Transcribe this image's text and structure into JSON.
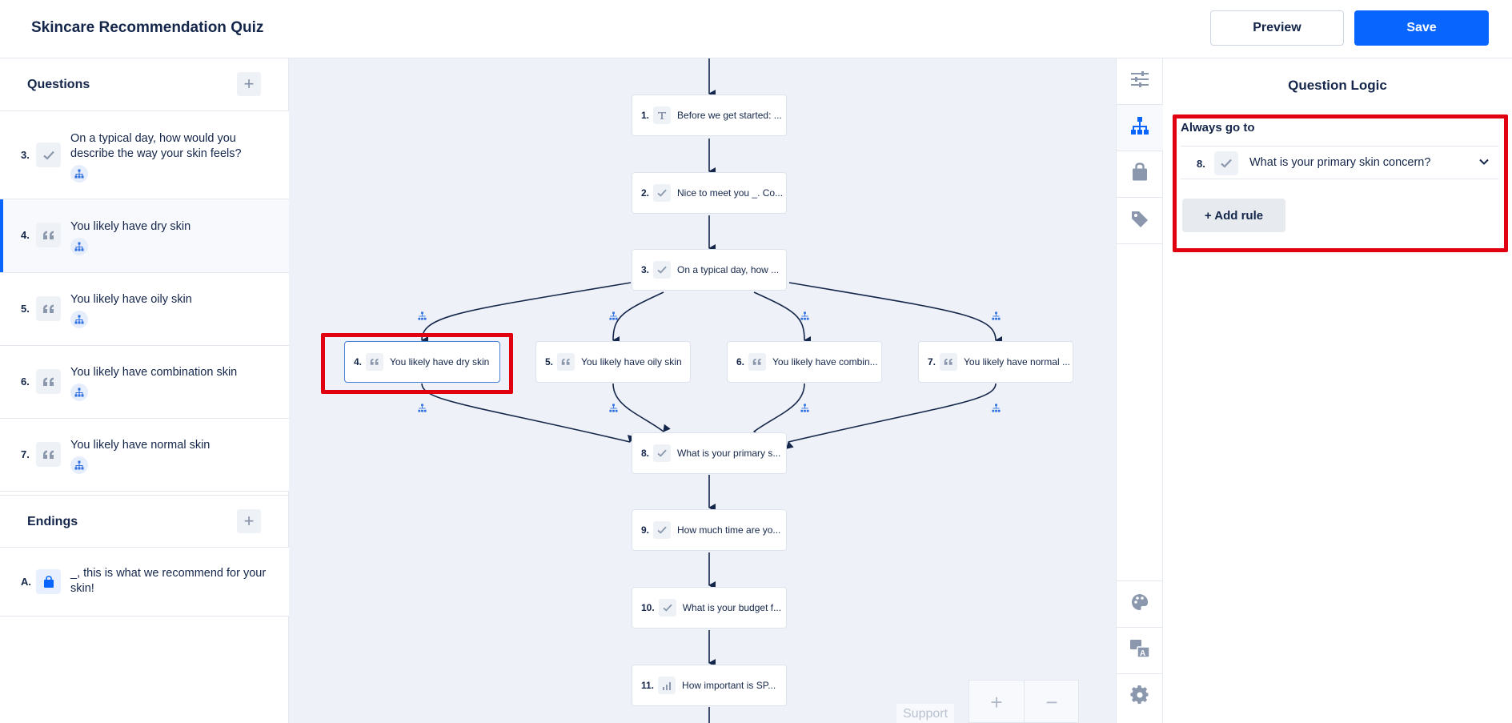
{
  "header": {
    "title": "Skincare Recommendation Quiz",
    "preview_label": "Preview",
    "save_label": "Save"
  },
  "sidebar": {
    "questions_title": "Questions",
    "questions": [
      {
        "num": "3.",
        "text": "On a typical day, how would you describe the way your skin feels?",
        "icon": "check-icon"
      },
      {
        "num": "4.",
        "text": "You likely have dry skin",
        "icon": "quote-icon",
        "active": true
      },
      {
        "num": "5.",
        "text": "You likely have oily skin",
        "icon": "quote-icon"
      },
      {
        "num": "6.",
        "text": "You likely have combination skin",
        "icon": "quote-icon"
      },
      {
        "num": "7.",
        "text": "You likely have normal skin",
        "icon": "quote-icon"
      }
    ],
    "endings_title": "Endings",
    "endings": [
      {
        "num": "A.",
        "text": "_, this is what we recommend for your skin!",
        "icon": "shopping-bag-icon"
      }
    ]
  },
  "canvas": {
    "nodes": [
      {
        "num": "1.",
        "text": "Before we get started: ...",
        "icon": "text-icon"
      },
      {
        "num": "2.",
        "text": "Nice to meet you _. Co...",
        "icon": "check-icon"
      },
      {
        "num": "3.",
        "text": "On a typical day, how ...",
        "icon": "check-icon"
      },
      {
        "num": "4.",
        "text": "You likely have dry skin",
        "icon": "quote-icon",
        "selected": true
      },
      {
        "num": "5.",
        "text": "You likely have oily skin",
        "icon": "quote-icon"
      },
      {
        "num": "6.",
        "text": "You likely have combin...",
        "icon": "quote-icon"
      },
      {
        "num": "7.",
        "text": "You likely have normal ...",
        "icon": "quote-icon"
      },
      {
        "num": "8.",
        "text": "What is your primary s...",
        "icon": "check-icon"
      },
      {
        "num": "9.",
        "text": "How much time are yo...",
        "icon": "check-icon"
      },
      {
        "num": "10.",
        "text": "What is your budget f...",
        "icon": "check-icon"
      },
      {
        "num": "11.",
        "text": "How important is SP...",
        "icon": "bar-chart-icon"
      }
    ],
    "support_label": "Support",
    "zoom_in_label": "+",
    "zoom_out_label": "−"
  },
  "rail": {
    "items": [
      "sliders-icon",
      "logic-tree-icon",
      "shopping-bag-icon",
      "tag-icon",
      "palette-icon",
      "translate-icon",
      "gear-icon"
    ],
    "active": "logic-tree-icon"
  },
  "panel": {
    "title": "Question Logic",
    "always_label": "Always go to",
    "target_num": "8.",
    "target_text": "What is your primary skin concern?",
    "add_rule_label": "+ Add rule"
  },
  "colors": {
    "accent": "#0866ff",
    "highlight": "#e0000f",
    "canvas_bg": "#eef2f8",
    "text": "#14264a"
  }
}
